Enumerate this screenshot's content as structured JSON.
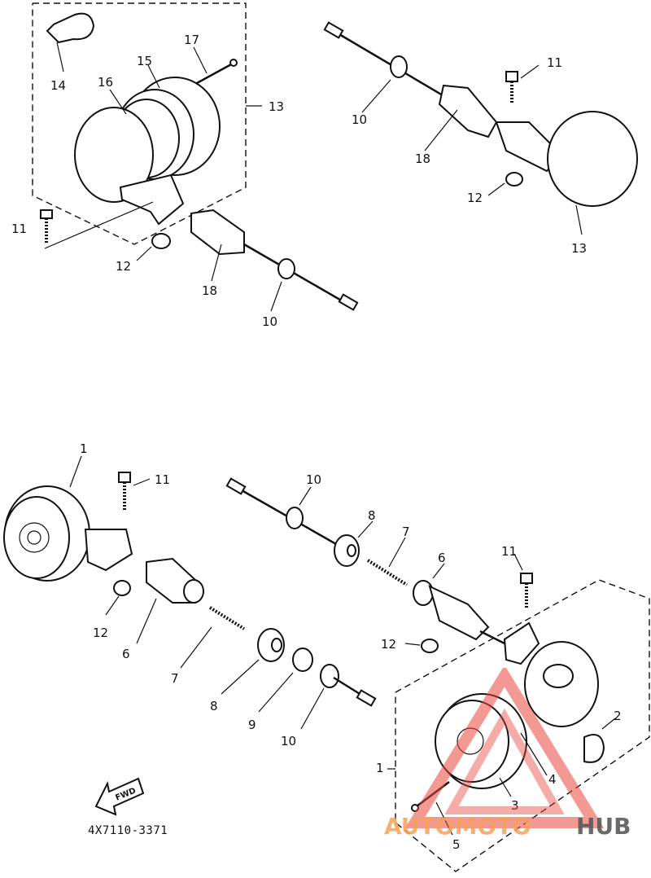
{
  "diagram": {
    "callouts": {
      "top_left": {
        "c14": "14",
        "c15": "15",
        "c16": "16",
        "c17": "17",
        "c13": "13",
        "c11": "11",
        "c12": "12",
        "c18": "18",
        "c10": "10"
      },
      "top_right": {
        "c11": "11",
        "c10": "10",
        "c18": "18",
        "c12": "12",
        "c13": "13"
      },
      "bottom_left": {
        "c1": "1",
        "c11": "11",
        "c12": "12",
        "c6": "6",
        "c7": "7",
        "c8": "8",
        "c9": "9",
        "c10": "10"
      },
      "bottom_middle": {
        "c10": "10",
        "c8": "8",
        "c7": "7",
        "c6": "6"
      },
      "bottom_right": {
        "c11": "11",
        "c12": "12",
        "c2": "2",
        "c4": "4",
        "c3": "3",
        "c1": "1",
        "c5": "5"
      }
    },
    "fwd_arrow_label": "FWD",
    "diagram_code": "4X7110-3371"
  },
  "watermark": {
    "part1": "AUTOMOTO",
    "part2": "HUB",
    "color_a": "#f6a25a",
    "color_b": "#5a5a5a",
    "triangle_color": "#e8453c"
  }
}
